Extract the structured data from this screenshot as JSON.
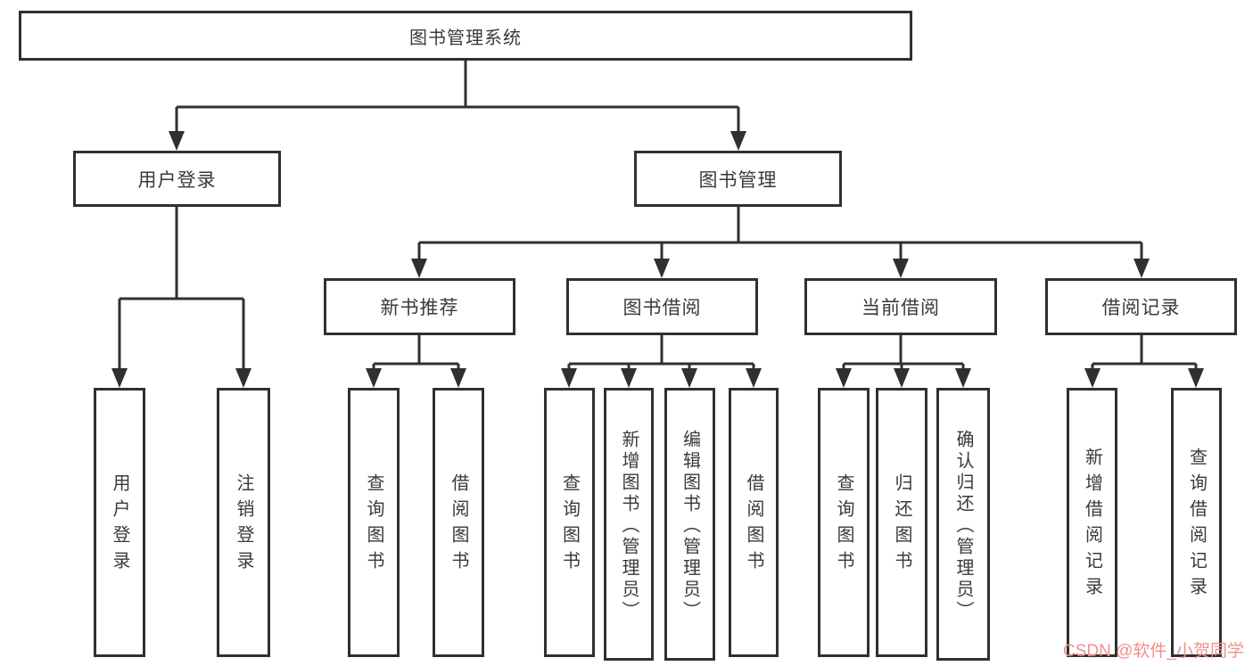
{
  "diagram": {
    "title": "图书管理系统",
    "root": {
      "label": "图书管理系统"
    },
    "branches": [
      {
        "label": "用户登录",
        "children": [
          {
            "label": "用户登录"
          },
          {
            "label": "注销登录"
          }
        ]
      },
      {
        "label": "图书管理",
        "children": [
          {
            "label": "新书推荐",
            "children": [
              {
                "label": "查询图书"
              },
              {
                "label": "借阅图书"
              }
            ]
          },
          {
            "label": "图书借阅",
            "children": [
              {
                "label": "查询图书"
              },
              {
                "label": "新增图书（管理员）"
              },
              {
                "label": "编辑图书（管理员）"
              },
              {
                "label": "借阅图书"
              }
            ]
          },
          {
            "label": "当前借阅",
            "children": [
              {
                "label": "查询图书"
              },
              {
                "label": "归还图书"
              },
              {
                "label": "确认归还（管理员）"
              }
            ]
          },
          {
            "label": "借阅记录",
            "children": [
              {
                "label": "新增借阅记录"
              },
              {
                "label": "查询借阅记录"
              }
            ]
          }
        ]
      }
    ]
  },
  "watermark": {
    "text": "CSDN @软件_小贺同学",
    "color": "#f0908e"
  },
  "colors": {
    "line": "#303030",
    "box_border": "#303030",
    "text": "#3a3a3a",
    "background": "#ffffff"
  }
}
